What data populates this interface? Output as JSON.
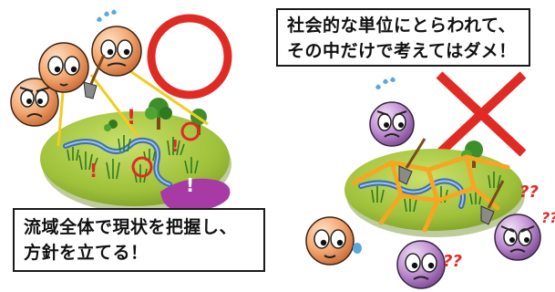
{
  "left_panel": {
    "verdict_mark": "circle",
    "caption_lines": [
      "流域全体で現状を把握し、",
      "方針を立てる！"
    ],
    "alerts": [
      "!",
      "!",
      "!",
      "!"
    ]
  },
  "right_panel": {
    "verdict_mark": "cross",
    "caption_lines": [
      "社会的な単位にとらわれて、",
      "その中だけで考えてはダメ！"
    ],
    "confusion_marks": [
      "??",
      "??",
      "??"
    ]
  },
  "colors": {
    "verdict_red": "#e02b25",
    "border_orange": "#f5a623",
    "river_blue": "#4a78b8",
    "island_green": "#a6c93d",
    "purple_zone": "#a83aa6",
    "face_orange": "#f2a26a",
    "face_purple": "#b57fc9"
  }
}
